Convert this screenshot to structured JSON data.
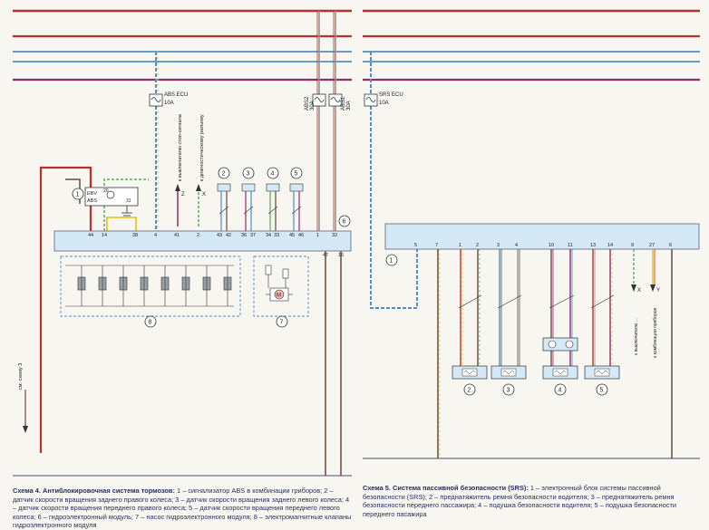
{
  "colors": {
    "red": "#b8322b",
    "blue": "#4f8fc6",
    "purple": "#8d2e6a",
    "frame_blue": "#d5e8f5",
    "frame_stroke": "#6f6f86",
    "wire_dark": "#6a4a3a",
    "yellow": "#e7c52e",
    "green": "#5ea85b",
    "gray": "#8f9698"
  },
  "scheme4": {
    "fuses": [
      {
        "name": "ABS ECU",
        "rating": "10A"
      },
      {
        "name": "ABS2",
        "rating": "30A"
      },
      {
        "name": "ABS1",
        "rating": "30A"
      }
    ],
    "vertical_labels": {
      "brake_switch": "к выключателю стоп-сигнала",
      "diag": "к диагностическому разъему",
      "see_scheme": "см. схему 3"
    },
    "arrows": {
      "z": "Z",
      "x": "X"
    },
    "component_1": {
      "num": "1",
      "line1": "EBV",
      "line2": "ABS",
      "pin20": "20",
      "pin31": "31"
    },
    "module_num": "6",
    "pins": [
      "44",
      "14",
      "38",
      "4",
      "41",
      "2",
      "43",
      "42",
      "36",
      "37",
      "34",
      "33",
      "45",
      "46",
      "1",
      "32",
      "47",
      "16"
    ],
    "sensors": [
      "2",
      "3",
      "4",
      "5"
    ],
    "valves_num": "8",
    "pump_num": "7",
    "motor": "M"
  },
  "scheme5": {
    "fuse": {
      "name": "SRS ECU",
      "rating": "10A"
    },
    "module_num": "1",
    "pins": [
      "5",
      "7",
      "1",
      "2",
      "3",
      "4",
      "10",
      "11",
      "13",
      "14",
      "9",
      "27",
      "6"
    ],
    "vertical_labels": {
      "to_fuse": "к выключателю ...",
      "to_mirror": "к комбинации приборов"
    },
    "arrows": {
      "x": "X",
      "y": "Y"
    },
    "devices": [
      "2",
      "3",
      "4",
      "5"
    ]
  },
  "captions": {
    "left_title": "Схема 4. Антиблокировочная система тормозов:",
    "left_body": " 1 – сигнализатор ABS в комбинации гриборов; 2 – датчик скорости вращения заднего правого колеса; 3 – датчик скорости вращения заднего левого колеса; 4 – датчик скорости вращения переднего правого колеса; 5 – датчик скорости вращения переднего левого колеса; 6 – гидроэлектронный модуль; 7 – насос гидроэлектронного модуля; 8 – электромагнитные клапаны гидроэлектронного модуля",
    "right_title": "Схема 5. Система пассивной безопасности (SRS):",
    "right_body": " 1 – электронный блок системы пассивной безопасности (SRS); 2 – преднатяжитель ремня безопасности водителя; 3 – преднатяжитель ремня безопасности переднего пассажира; 4 – подушка безопасности водителя; 5 – подушка безопасности переднего пасажира"
  }
}
